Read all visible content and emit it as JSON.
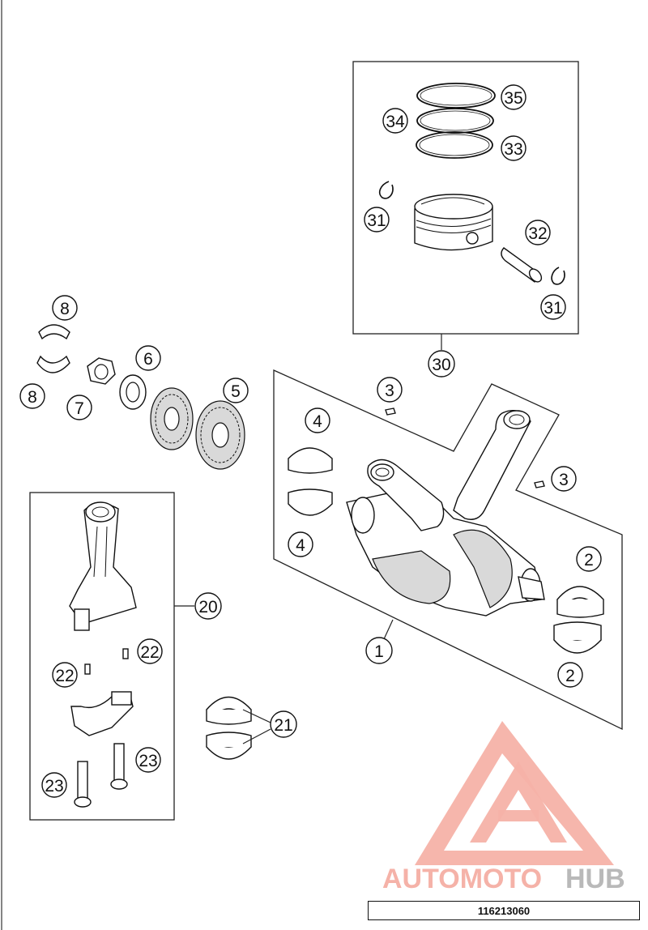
{
  "drawing_number": "116213060",
  "watermark": {
    "part1": "AUTOMOTO",
    "part2": "HUB",
    "color_primary": "#f5b2a8",
    "color_secondary": "#b9b9b9"
  },
  "callouts": {
    "c1": "1",
    "c2a": "2",
    "c2b": "2",
    "c3a": "3",
    "c3b": "3",
    "c4a": "4",
    "c4b": "4",
    "c5": "5",
    "c6": "6",
    "c7": "7",
    "c8a": "8",
    "c8b": "8",
    "c20": "20",
    "c21": "21",
    "c22a": "22",
    "c22b": "22",
    "c23a": "23",
    "c23b": "23",
    "c30": "30",
    "c31a": "31",
    "c31b": "31",
    "c32": "32",
    "c33": "33",
    "c34": "34",
    "c35": "35"
  }
}
